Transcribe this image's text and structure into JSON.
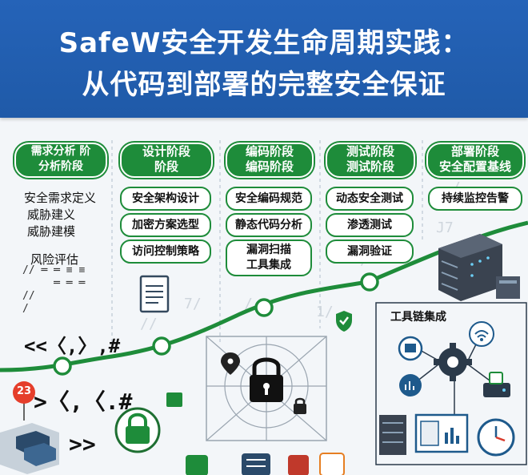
{
  "header": {
    "title_line1": "SafeW安全开发生命周期实践：",
    "title_line2": "从代码到部署的完整安全保证"
  },
  "stages": [
    {
      "title": "需求分析 阶\n分析阶段",
      "items": []
    },
    {
      "title": "设计阶段\n阶段",
      "items": [
        "安全架构设计",
        "加密方案选型",
        "访问控制策略"
      ]
    },
    {
      "title": "编码阶段\n编码阶段",
      "items": [
        "安全编码规范",
        "静态代码分析",
        "漏洞扫描\n工具集成"
      ]
    },
    {
      "title": "测试阶段\n测试阶段",
      "items": [
        "动态安全测试",
        "渗透测试",
        "漏洞验证"
      ]
    },
    {
      "title": "部署阶段\n安全配置基线",
      "items": [
        "持续监控告警"
      ]
    }
  ],
  "requirements_notes": [
    "安全需求定义",
    "威胁建义",
    "威胁建模",
    "风险评估"
  ],
  "code_snippets": [
    "<<〈,〉,#",
    ">〈,〈.#",
    ">>"
  ],
  "toolchain_label": "工具链集成",
  "badge_number": "23",
  "colors": {
    "header": "#1f5aa8",
    "green": "#1e8c3a",
    "accent_blue": "#2563b8"
  }
}
